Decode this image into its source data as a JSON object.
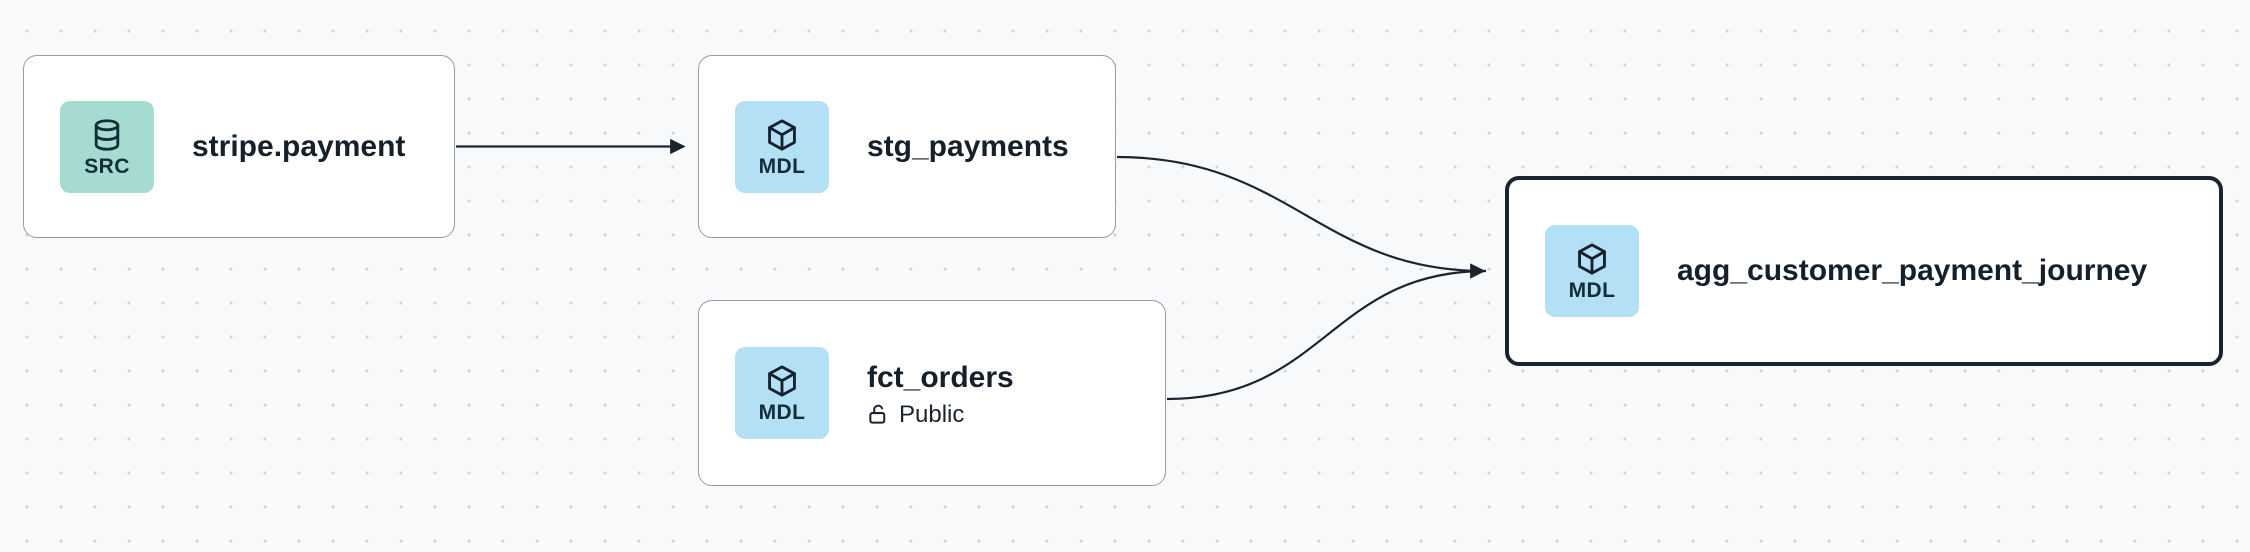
{
  "canvas": {
    "background_color": "#f8f9fa",
    "dot_color": "#d2d6db",
    "edge_color": "#1b242e",
    "node_border_color": "#969ca4",
    "selected_border_color": "#1b242e",
    "src_badge_color": "#a6dbd2",
    "mdl_badge_color": "#b4e0f6"
  },
  "nodes": [
    {
      "label": "stripe.payment",
      "badge": "SRC",
      "icon": "database",
      "selected": false
    },
    {
      "label": "stg_payments",
      "badge": "MDL",
      "icon": "cube",
      "selected": false
    },
    {
      "label": "fct_orders",
      "badge": "MDL",
      "icon": "cube",
      "access": "Public",
      "selected": false
    },
    {
      "label": "agg_customer_payment_journey",
      "badge": "MDL",
      "icon": "cube",
      "selected": true
    }
  ],
  "edges": [
    {
      "from": "stripe.payment",
      "to": "stg_payments"
    },
    {
      "from": "stg_payments",
      "to": "agg_customer_payment_journey"
    },
    {
      "from": "fct_orders",
      "to": "agg_customer_payment_journey"
    }
  ]
}
